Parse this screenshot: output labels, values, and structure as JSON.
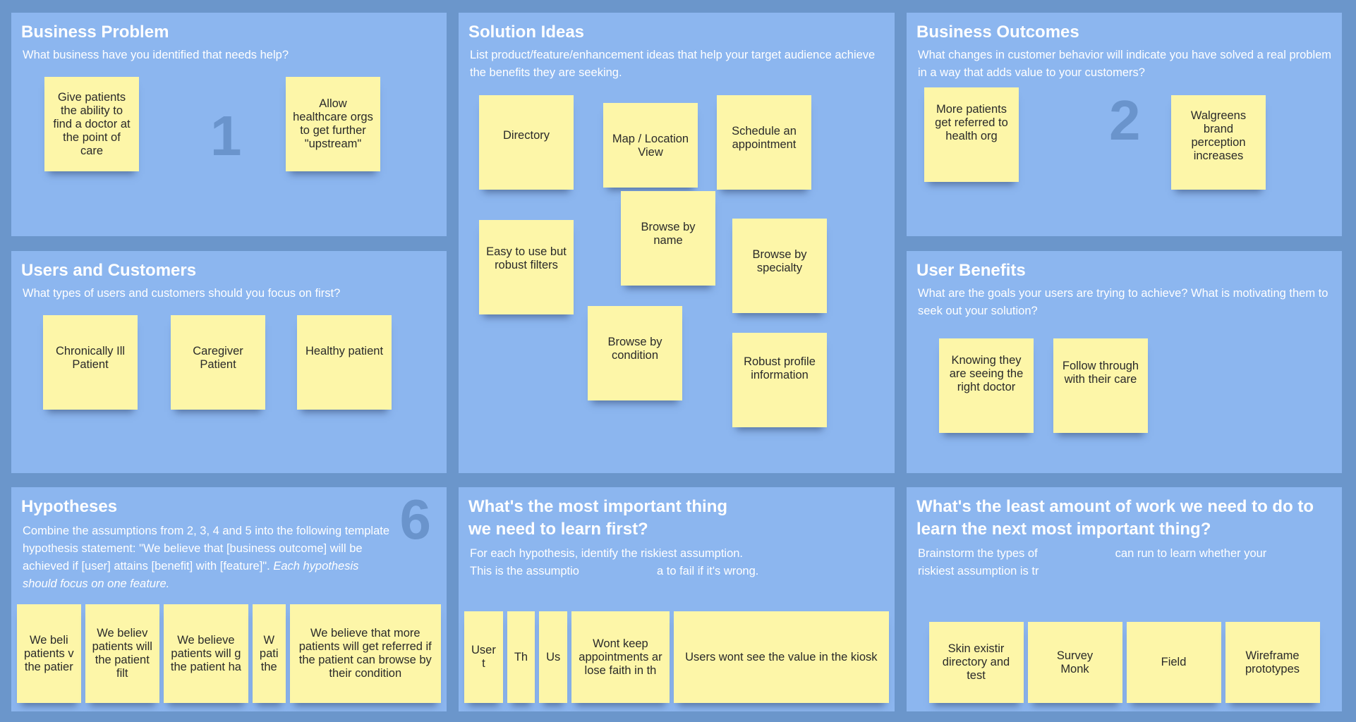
{
  "panels": {
    "business_problem": {
      "title": "Business Problem",
      "description": "What business have you identified that needs help?",
      "number": "1",
      "stickies": [
        "Give patients the ability to find a doctor at the point of care",
        "Allow healthcare orgs to get further \"upstream\""
      ]
    },
    "solution_ideas": {
      "title": "Solution Ideas",
      "description": "List product/feature/enhancement ideas that help your target audience achieve the benefits they are seeking.",
      "stickies": [
        "Directory",
        "Map / Location View",
        "Schedule an appointment",
        "Easy to use but robust filters",
        "Browse by name",
        "Browse by specialty",
        "Browse by condition",
        "Robust profile information"
      ]
    },
    "business_outcomes": {
      "title": "Business Outcomes",
      "description": "What changes in customer behavior will indicate you have solved a real problem in a way that adds value to your customers?",
      "number": "2",
      "stickies": [
        "More patients get referred to health org",
        "Walgreens brand perception increases"
      ]
    },
    "users_customers": {
      "title": "Users and Customers",
      "description": "What types of users and customers should you focus on first?",
      "stickies": [
        "Chronically Ill Patient",
        "Caregiver Patient",
        "Healthy patient"
      ]
    },
    "user_benefits": {
      "title": "User Benefits",
      "description": "What are the goals your users are trying to achieve? What is motivating them to seek out your solution?",
      "stickies": [
        "Knowing they are seeing the right doctor",
        "Follow through with their care"
      ]
    },
    "hypotheses": {
      "title": "Hypotheses",
      "description": "Combine the assumptions from 2, 3, 4 and 5 into the following template hypothesis statement: \"We believe that [business outcome] will be achieved if [user] attains [benefit] with [feature]\". ",
      "description_italic": "Each hypothesis should focus on one feature.",
      "number": "6",
      "stickies": [
        "We beli\npatients v\nthe patier",
        "We believ\npatients will\nthe patient\nfilt",
        "We believe\npatients will g\nthe patient ha",
        "W\npati\nthe",
        "We believe that more patients will get referred if the patient can browse by their condition"
      ]
    },
    "most_important": {
      "title_line1": "What's the most important thing",
      "title_line2": "we need to learn first?",
      "description_line1": "For each hypothesis, identify the riskiest assumption.",
      "description_line2_start": "This is the assumptio",
      "description_line2_end": "a to fail if it's wrong.",
      "stickies": [
        "User\nt",
        "Th",
        "Us",
        "Wont keep\nappointments ar\nlose faith in th",
        "Users wont see the value in the kiosk"
      ]
    },
    "least_work": {
      "title": "What's the least amount of work we need to do to learn the next most important thing?",
      "description_line1_start": "Brainstorm the types of",
      "description_line1_end": "can run to learn whether your",
      "description_line2_start": "riskiest assumption is tr",
      "stickies": [
        "Skin existir\ndirectory and\ntest",
        "Survey\nMonk",
        "Field",
        "Wireframe prototypes"
      ]
    }
  }
}
